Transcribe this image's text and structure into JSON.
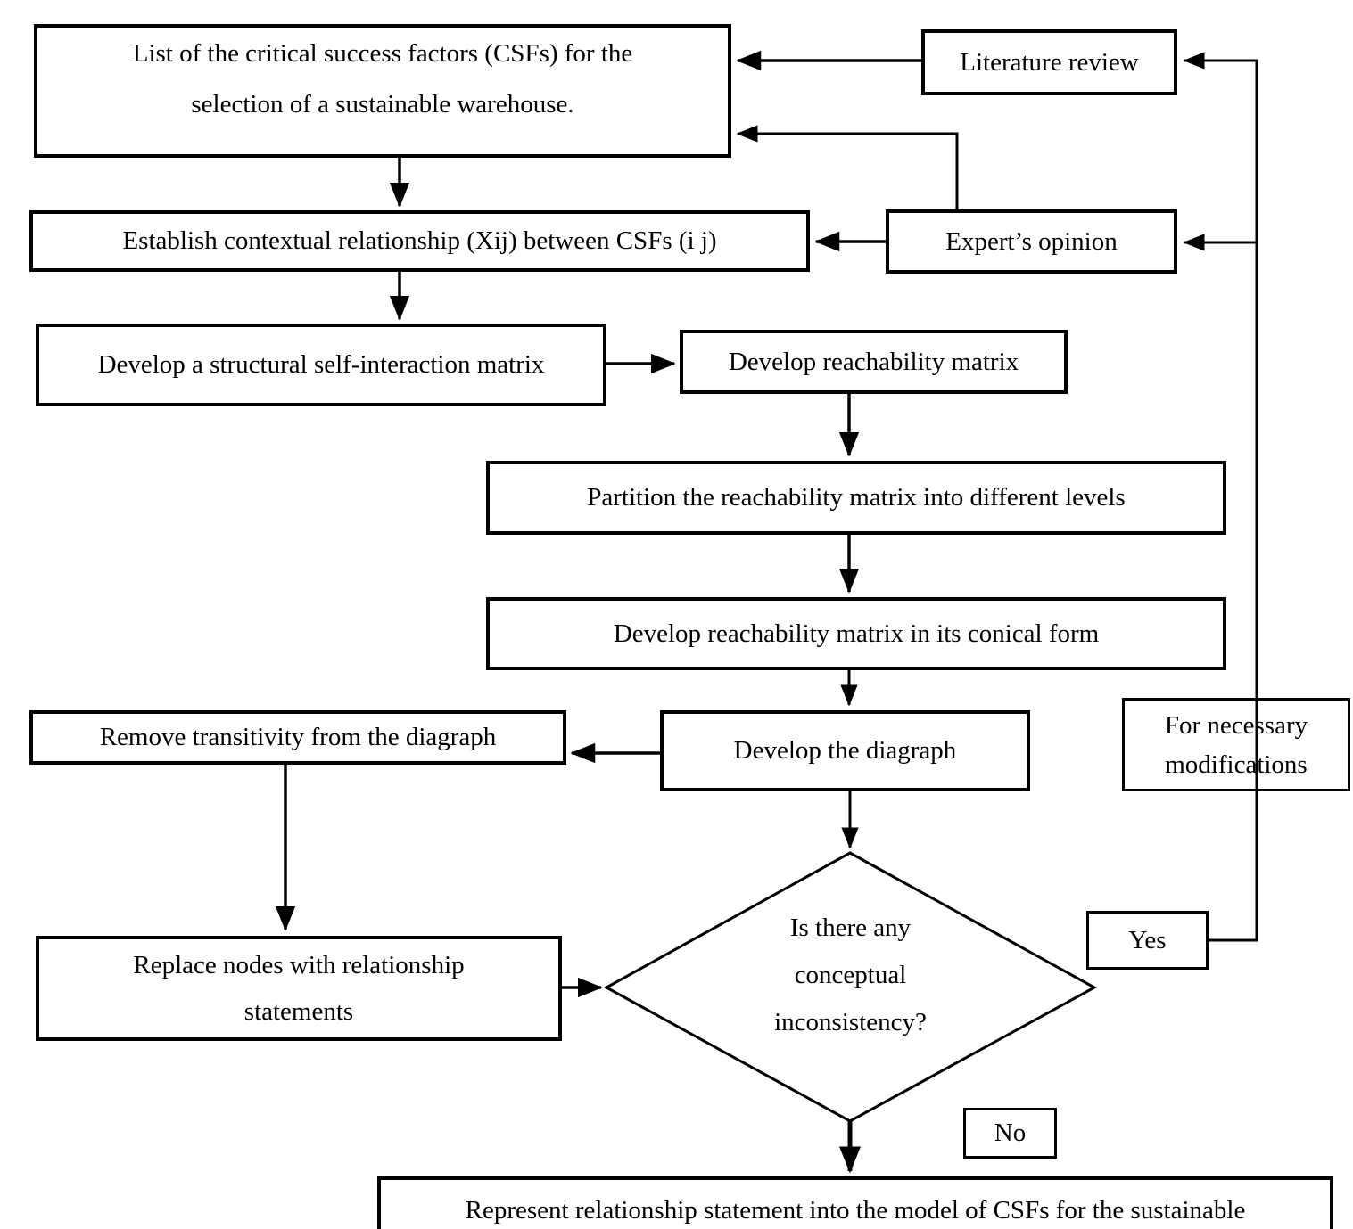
{
  "diagram": {
    "nodes": {
      "csf_list": {
        "line1": "List of the critical success factors (CSFs) for the",
        "line2": "selection of a sustainable warehouse."
      },
      "literature_review": {
        "label": "Literature review"
      },
      "experts_opinion": {
        "label": "Expert’s opinion"
      },
      "establish_relationship": {
        "label": "Establish contextual relationship (Xij) between CSFs (i j)"
      },
      "ssim": {
        "label": "Develop a structural self-interaction matrix"
      },
      "reachability_matrix": {
        "label": "Develop reachability matrix"
      },
      "partition_levels": {
        "label": "Partition the reachability matrix into different levels"
      },
      "conical_form": {
        "label": "Develop reachability matrix in its conical form"
      },
      "develop_diagraph": {
        "label": "Develop the diagraph"
      },
      "remove_transitivity": {
        "label": "Remove transitivity from the diagraph"
      },
      "for_modifications": {
        "line1": "For necessary",
        "line2": "modifications"
      },
      "replace_nodes": {
        "line1": "Replace nodes with relationship",
        "line2": "statements"
      },
      "decision": {
        "line1": "Is there any",
        "line2": "conceptual",
        "line3": "inconsistency?"
      },
      "yes_label": {
        "label": "Yes"
      },
      "no_label": {
        "label": "No"
      },
      "represent_model": {
        "label": "Represent relationship statement into the model of CSFs for the sustainable"
      }
    },
    "colors": {
      "line": "#000000",
      "background": "#ffffff",
      "box_fill": "#ffffff"
    }
  }
}
